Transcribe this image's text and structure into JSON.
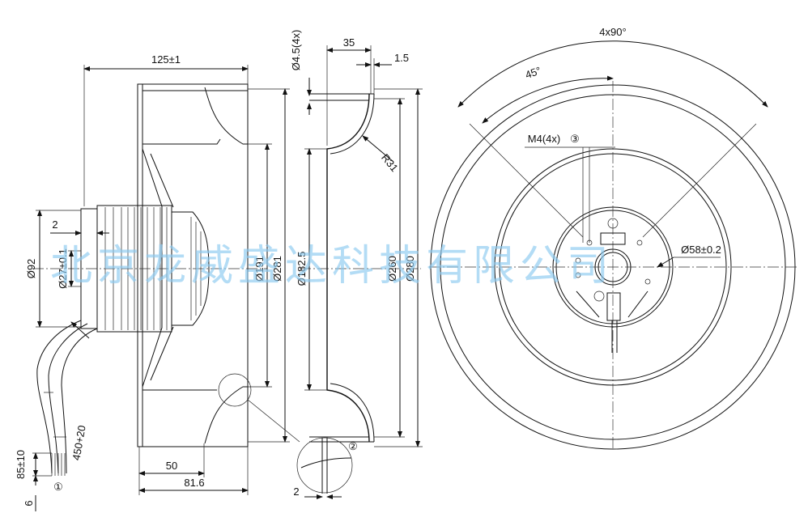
{
  "dims": {
    "width_125": "125±1",
    "depth_35": "35",
    "d_1_5": "1.5",
    "hole_4_5": "Ø4.5(4x)",
    "ang_4x90": "4x90°",
    "ang_45": "45°",
    "m4": "M4(4x)",
    "m4_circle": "③",
    "r31": "R31",
    "d_2_top": "2",
    "d92": "Ø92",
    "d27": "Ø27±0.1",
    "d191": "Ø191",
    "d281": "Ø281",
    "d182_5": "Ø182.5",
    "d260": "Ø260",
    "d280": "Ø280",
    "d58": "Ø58±0.2",
    "cable_450": "450+20",
    "cable_85": "85±10",
    "d_6": "6",
    "circle_1": "①",
    "circle_2": "②",
    "d_50": "50",
    "d_81_6": "81.6",
    "d_2_bottom": "2"
  },
  "watermark": "北京龙威盛达科技有限公司"
}
